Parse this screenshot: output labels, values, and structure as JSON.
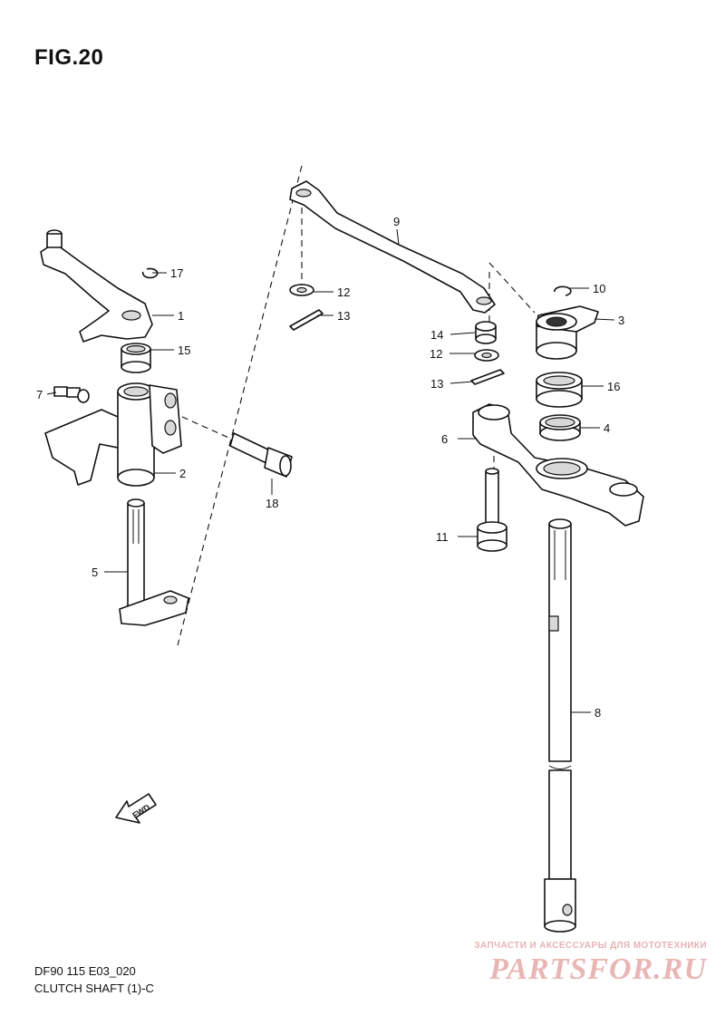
{
  "figure": {
    "title": "FIG.20",
    "model_code": "DF90 115 E03_020",
    "caption": "CLUTCH SHAFT (1)-C"
  },
  "fwd_marker": "FWD",
  "callouts": [
    "1",
    "2",
    "3",
    "4",
    "5",
    "6",
    "7",
    "8",
    "9",
    "10",
    "11",
    "12",
    "12",
    "13",
    "13",
    "14",
    "15",
    "16",
    "17",
    "18"
  ],
  "watermark": {
    "tagline": "ЗАПЧАСТИ И АКСЕССУАРЫ ДЛЯ МОТОТЕХНИКИ",
    "logo": "PARTSFOR.RU"
  },
  "colors": {
    "line": "#111111",
    "shade": "#d8d8d8",
    "watermark": "#c0302c"
  }
}
